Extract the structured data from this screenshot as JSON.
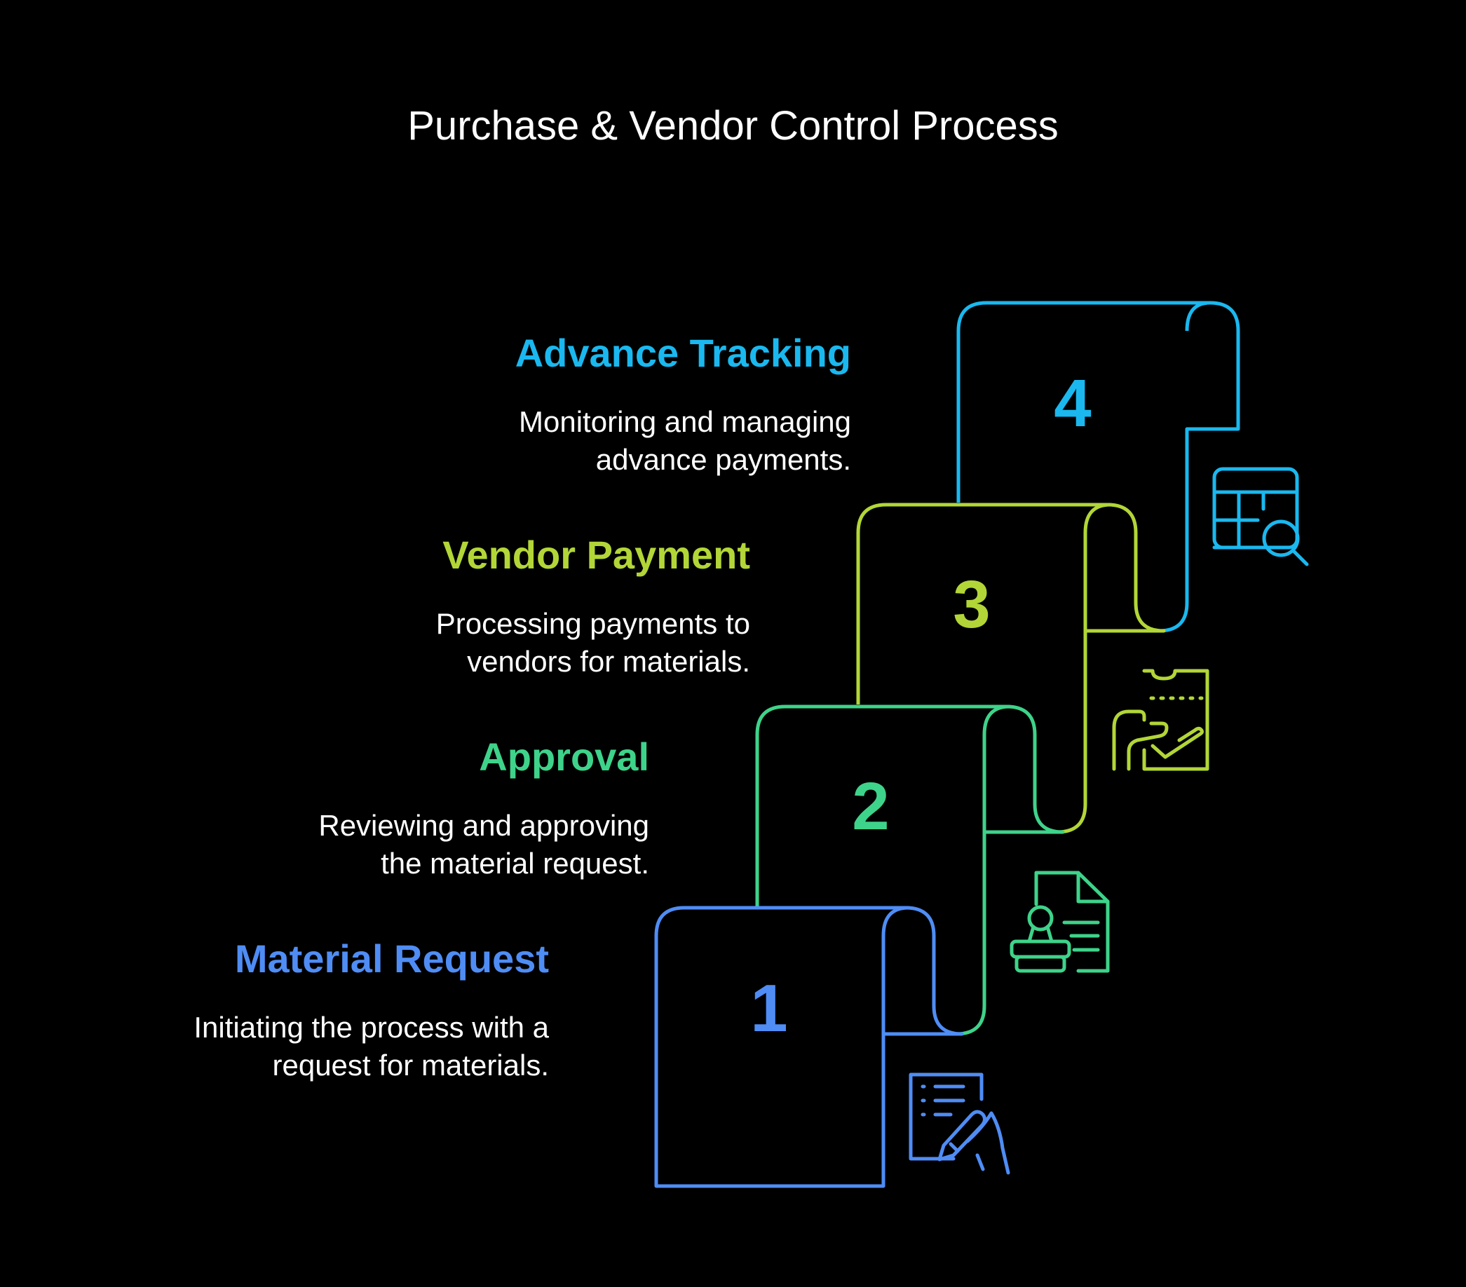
{
  "title": "Purchase & Vendor Control Process",
  "steps": [
    {
      "number": "1",
      "heading": "Material Request",
      "desc_lines": [
        "Initiating the process with a",
        "request for materials."
      ],
      "color": "#4f8df5",
      "icon": "document-signing-icon"
    },
    {
      "number": "2",
      "heading": "Approval",
      "desc_lines": [
        "Reviewing and approving",
        "the material request."
      ],
      "color": "#3ed38a",
      "icon": "stamped-document-icon"
    },
    {
      "number": "3",
      "heading": "Vendor Payment",
      "desc_lines": [
        "Processing payments to",
        "vendors for materials."
      ],
      "color": "#b2d637",
      "icon": "receipt-payment-icon"
    },
    {
      "number": "4",
      "heading": "Advance Tracking",
      "desc_lines": [
        "Monitoring and managing",
        "advance payments."
      ],
      "color": "#1ab8ef",
      "icon": "table-search-icon"
    }
  ]
}
